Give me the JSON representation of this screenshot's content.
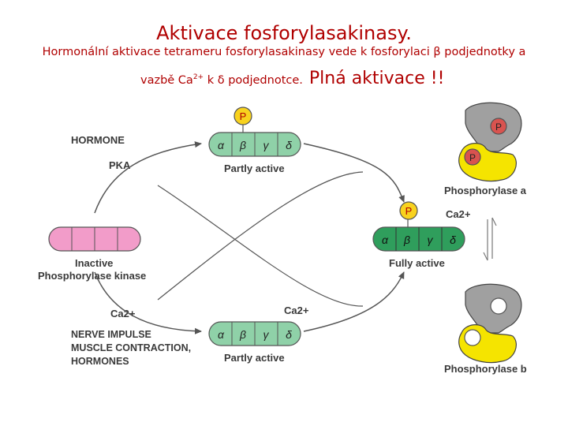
{
  "heading": {
    "title": "Aktivace fosforylasakinasy.",
    "line1": "Hormonální aktivace tetrameru fosforylasakinasy vede k fosforylaci β podjednotky a",
    "line2_prefix": "vazbě Ca",
    "line2_sup": "2+",
    "line2_suffix": " k δ podjednotce.",
    "line2_emphasis": "Plná aktivace !!"
  },
  "diagram": {
    "left_labels": {
      "hormone": "HORMONE",
      "pka": "PKA",
      "ca": "Ca2+",
      "stimuli": [
        "NERVE IMPULSE",
        "MUSCLE CONTRACTION,",
        "HORMONES"
      ]
    },
    "inactive_kinase": {
      "label_line1": "Inactive",
      "label_line2": "Phosphorylase kinase"
    },
    "partly_active_top": {
      "subunits": [
        "α",
        "β",
        "γ",
        "δ"
      ],
      "phosphate": "P",
      "label": "Partly active"
    },
    "partly_active_bottom": {
      "subunits": [
        "α",
        "β",
        "γ",
        "δ"
      ],
      "ion": "Ca2+",
      "label": "Partly active"
    },
    "fully_active": {
      "subunits": [
        "α",
        "β",
        "γ",
        "δ"
      ],
      "phosphate": "P",
      "ion": "Ca2+",
      "label": "Fully active"
    },
    "phosphorylase_a": {
      "label": "Phosphorylase a",
      "phosphate": "P"
    },
    "phosphorylase_b": {
      "label": "Phosphorylase b"
    }
  },
  "colors": {
    "title_red": "#b00000",
    "inactive_pink": "#f29cc9",
    "partly_green": "#8fd1a8",
    "fully_green": "#2f9e5c",
    "phosphate_yellow": "#f8d21e",
    "phosphate_red": "#d9534f",
    "grey_subunit": "#a0a0a0",
    "yellow_subunit": "#f5e400",
    "arrow_grey": "#555555",
    "text_grey": "#3a3a3a"
  }
}
